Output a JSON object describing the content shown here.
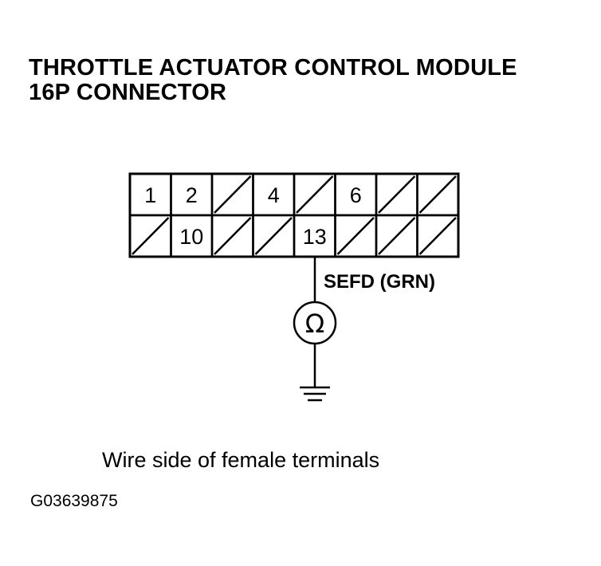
{
  "title": {
    "line1": "THROTTLE ACTUATOR CONTROL MODULE",
    "line2": "16P CONNECTOR"
  },
  "connector": {
    "rows": [
      [
        "1",
        "2",
        "",
        "4",
        "",
        "6",
        "",
        ""
      ],
      [
        "",
        "10",
        "",
        "",
        "13",
        "",
        "",
        ""
      ]
    ]
  },
  "wire_label": "SEFD (GRN)",
  "meter_symbol": "Ω",
  "caption": "Wire side of female terminals",
  "figure_code": "G03639875"
}
